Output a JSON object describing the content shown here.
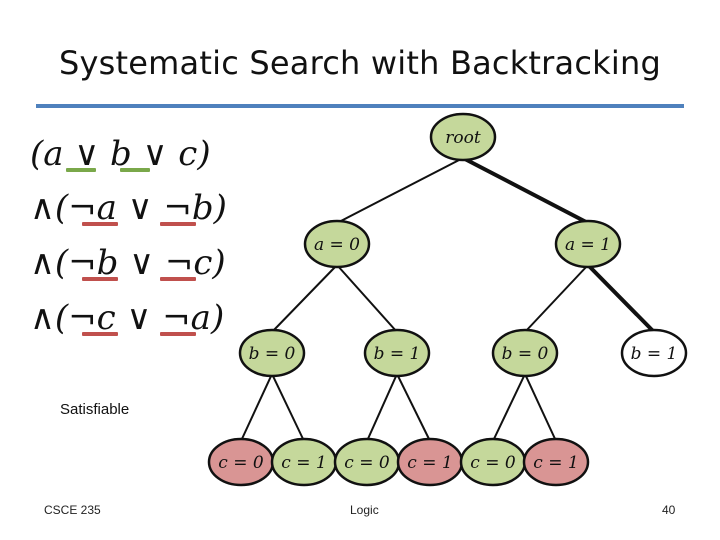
{
  "slide": {
    "title": "Systematic Search with Backtracking",
    "footer_left": "CSCE 235",
    "footer_center": "Logic",
    "footer_right": "40",
    "note": "Satisfiable"
  },
  "formula": {
    "lines": [
      "(a ∨ b ∨ c)",
      "∧(¬a ∨ ¬b)",
      "∧(¬b ∨ ¬c)",
      "∧(¬c ∨ ¬a)"
    ]
  },
  "tree": {
    "colors": {
      "green": "#c5d89b",
      "red": "#d99594",
      "white": "#ffffff",
      "rule": "#4f81bd",
      "underline_green": "#7aa84a",
      "underline_red": "#c0504d"
    },
    "nodes": [
      {
        "id": "root",
        "label": "root",
        "fill": "green"
      },
      {
        "id": "a0",
        "label": "a = 0",
        "fill": "green"
      },
      {
        "id": "a1",
        "label": "a = 1",
        "fill": "green"
      },
      {
        "id": "b0_l",
        "label": "b = 0",
        "fill": "green"
      },
      {
        "id": "b1_l",
        "label": "b = 1",
        "fill": "green"
      },
      {
        "id": "b0_r",
        "label": "b = 0",
        "fill": "green"
      },
      {
        "id": "b1_r",
        "label": "b = 1",
        "fill": "white"
      },
      {
        "id": "c0_1",
        "label": "c = 0",
        "fill": "red"
      },
      {
        "id": "c1_1",
        "label": "c = 1",
        "fill": "green"
      },
      {
        "id": "c0_2",
        "label": "c = 0",
        "fill": "green"
      },
      {
        "id": "c1_2",
        "label": "c = 1",
        "fill": "red"
      },
      {
        "id": "c0_3",
        "label": "c = 0",
        "fill": "green"
      },
      {
        "id": "c1_3",
        "label": "c = 1",
        "fill": "red"
      }
    ],
    "edges": [
      {
        "from": "root",
        "to": "a0"
      },
      {
        "from": "root",
        "to": "a1",
        "bold": true
      },
      {
        "from": "a0",
        "to": "b0_l"
      },
      {
        "from": "a0",
        "to": "b1_l"
      },
      {
        "from": "a1",
        "to": "b0_r"
      },
      {
        "from": "a1",
        "to": "b1_r",
        "bold": true
      },
      {
        "from": "b0_l",
        "to": "c0_1"
      },
      {
        "from": "b0_l",
        "to": "c1_1"
      },
      {
        "from": "b1_l",
        "to": "c0_2"
      },
      {
        "from": "b1_l",
        "to": "c1_2"
      },
      {
        "from": "b0_r",
        "to": "c0_3"
      },
      {
        "from": "b0_r",
        "to": "c1_3"
      }
    ]
  }
}
